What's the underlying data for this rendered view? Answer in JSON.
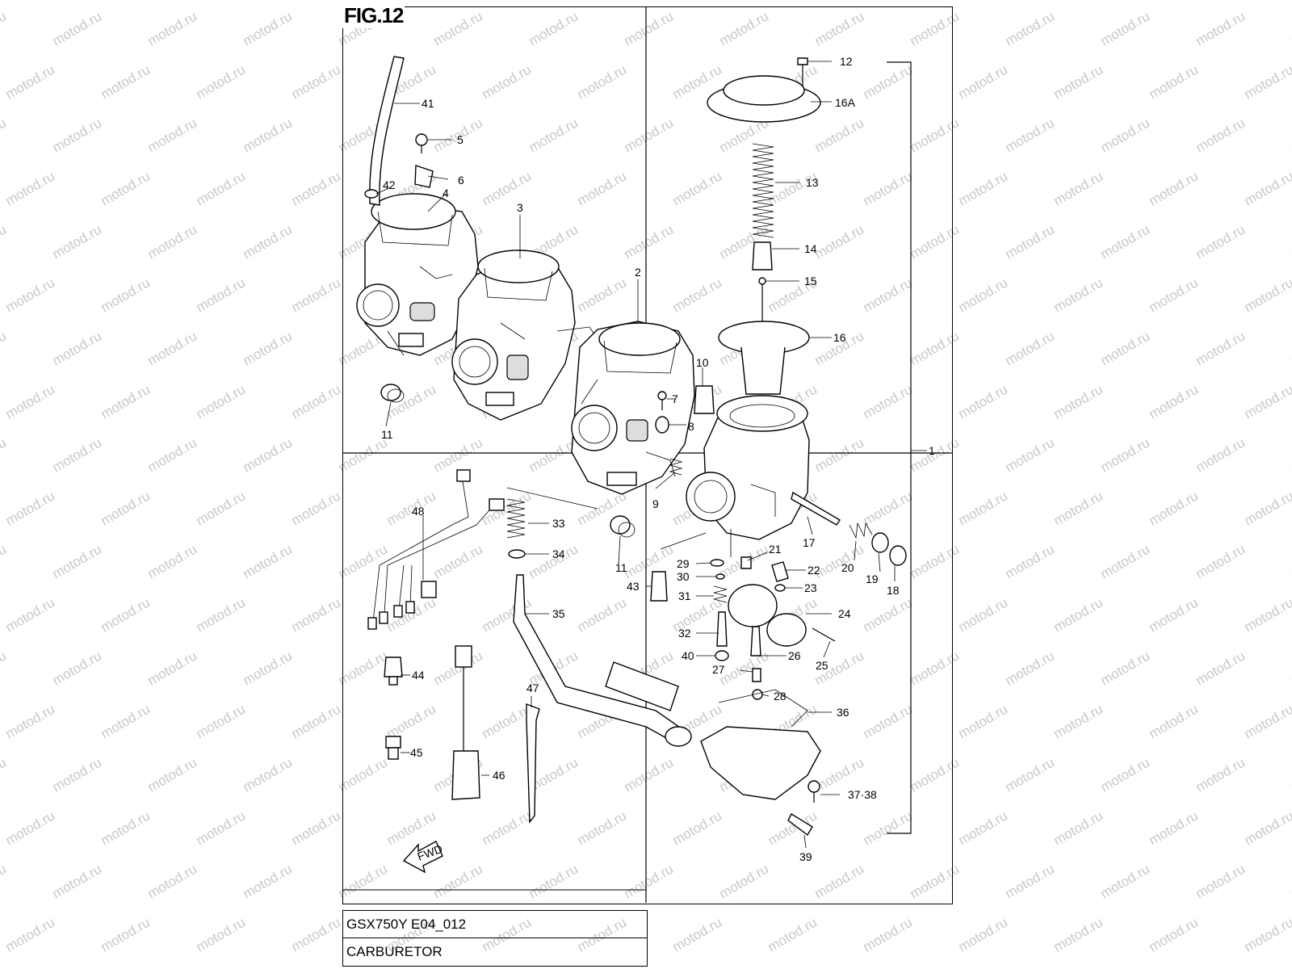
{
  "figure": {
    "title": "FIG.12"
  },
  "title_block": {
    "model_code": "GSX750Y E04_012",
    "name": "CARBURETOR"
  },
  "watermark": "motod.ru",
  "fwd_label": "FWD",
  "callouts": {
    "c1": "1",
    "c2": "2",
    "c3": "3",
    "c4": "4",
    "c5": "5",
    "c6": "6",
    "c7": "7",
    "c8": "8",
    "c9": "9",
    "c10": "10",
    "c11a": "11",
    "c11b": "11",
    "c12": "12",
    "c13": "13",
    "c14": "14",
    "c15": "15",
    "c16": "16",
    "c16a": "16A",
    "c17": "17",
    "c18": "18",
    "c19": "19",
    "c20": "20",
    "c21": "21",
    "c22": "22",
    "c23": "23",
    "c24": "24",
    "c25": "25",
    "c26": "26",
    "c27": "27",
    "c28": "28",
    "c29": "29",
    "c30": "30",
    "c31": "31",
    "c32": "32",
    "c33": "33",
    "c34": "34",
    "c35": "35",
    "c36": "36",
    "c3738": "37·38",
    "c39": "39",
    "c40": "40",
    "c41": "41",
    "c42": "42",
    "c43": "43",
    "c44": "44",
    "c45": "45",
    "c46": "46",
    "c47": "47",
    "c48": "48"
  }
}
